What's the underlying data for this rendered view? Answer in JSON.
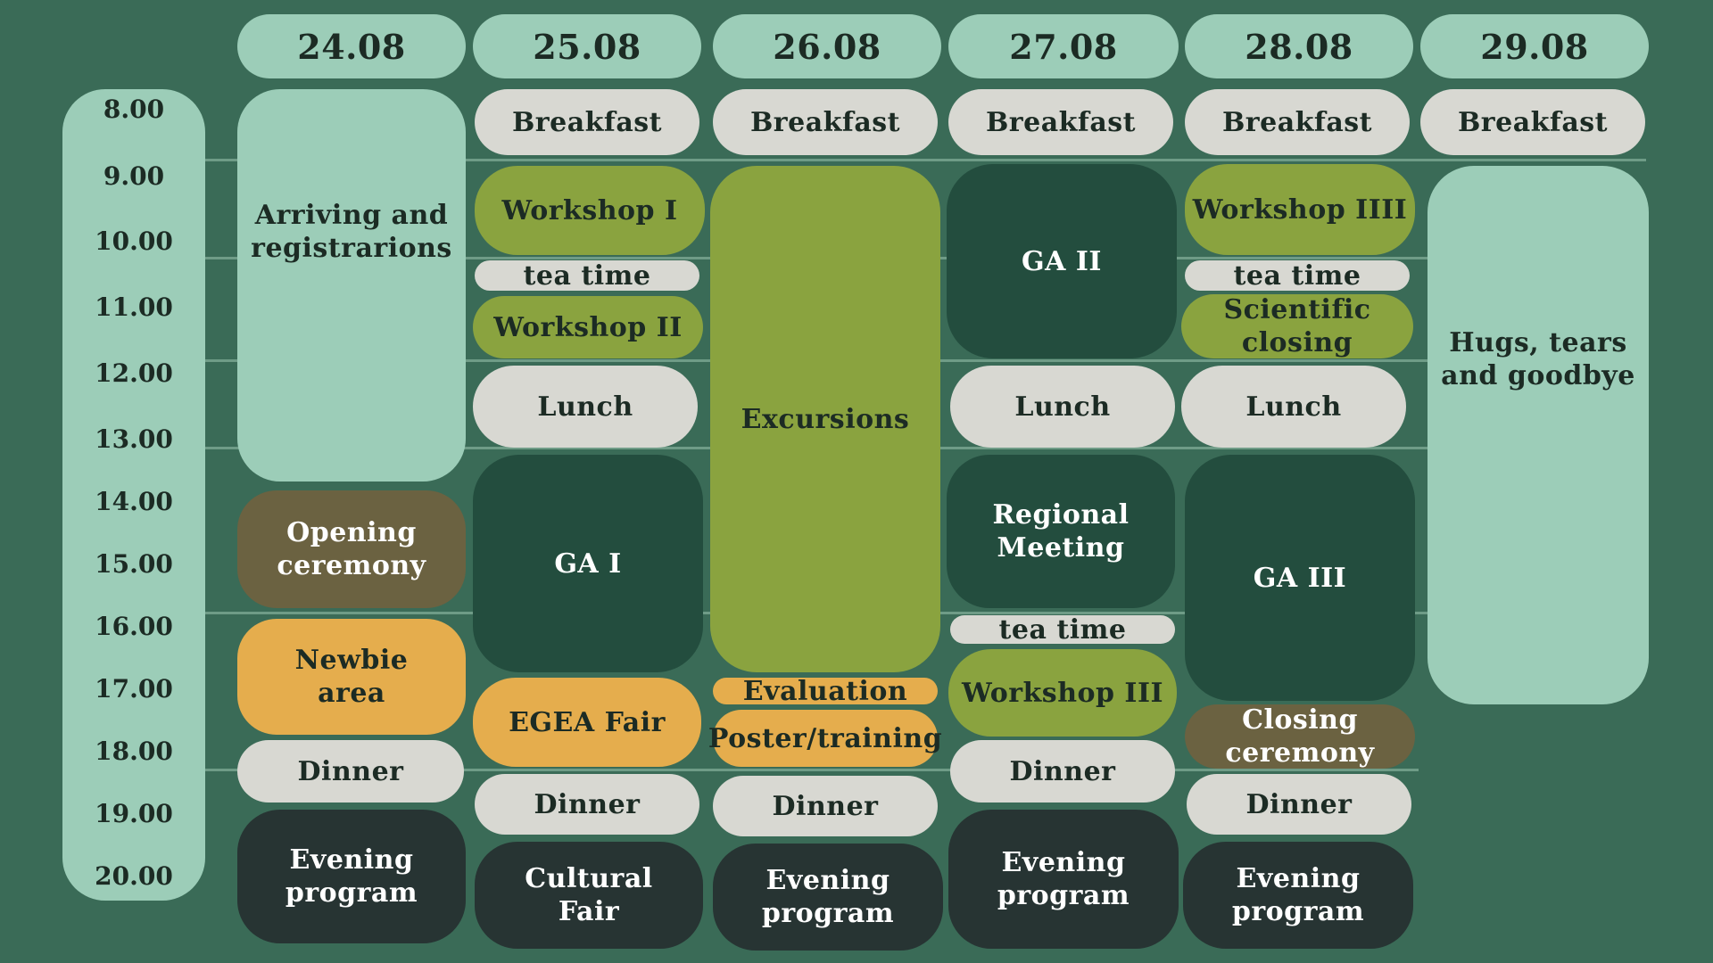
{
  "palette": {
    "background": "#3a6b57",
    "mint": "#9ccdb8",
    "grey": "#d8d8d2",
    "olive": "#8aa33f",
    "dark_green": "#234d3e",
    "brown": "#6b6241",
    "amber": "#e5ad4d",
    "charcoal": "#273433"
  },
  "days": [
    "24.08",
    "25.08",
    "26.08",
    "27.08",
    "28.08",
    "29.08"
  ],
  "times": [
    "8.00",
    "9.00",
    "10.00",
    "11.00",
    "12.00",
    "13.00",
    "14.00",
    "15.00",
    "16.00",
    "17.00",
    "18.00",
    "19.00",
    "20.00"
  ],
  "events": {
    "d1": {
      "arriving": "Arriving and\nregistrarions",
      "opening": "Opening\nceremony",
      "newbie": "Newbie\narea",
      "dinner": "Dinner",
      "evening": "Evening\nprogram"
    },
    "d2": {
      "breakfast": "Breakfast",
      "workshop1": "Workshop I",
      "tea": "tea time",
      "workshop2": "Workshop II",
      "lunch": "Lunch",
      "ga1": "GA I",
      "fair": "EGEA Fair",
      "dinner": "Dinner",
      "cultural": "Cultural\nFair"
    },
    "d3": {
      "breakfast": "Breakfast",
      "excursions": "Excursions",
      "evaluation": "Evaluation",
      "poster": "Poster/training",
      "dinner": "Dinner",
      "evening": "Evening\nprogram"
    },
    "d4": {
      "breakfast": "Breakfast",
      "ga2": "GA II",
      "lunch": "Lunch",
      "regional": "Regional\nMeeting",
      "tea": "tea time",
      "workshop3": "Workshop III",
      "dinner": "Dinner",
      "evening": "Evening\nprogram"
    },
    "d5": {
      "breakfast": "Breakfast",
      "workshop4": "Workshop IIII",
      "tea": "tea time",
      "scientific": "Scientific\nclosing",
      "lunch": "Lunch",
      "ga3": "GA III",
      "closing": "Closing\nceremony",
      "dinner": "Dinner",
      "evening": "Evening\nprogram"
    },
    "d6": {
      "breakfast": "Breakfast",
      "hugs": "Hugs, tears\nand goodbye"
    }
  }
}
